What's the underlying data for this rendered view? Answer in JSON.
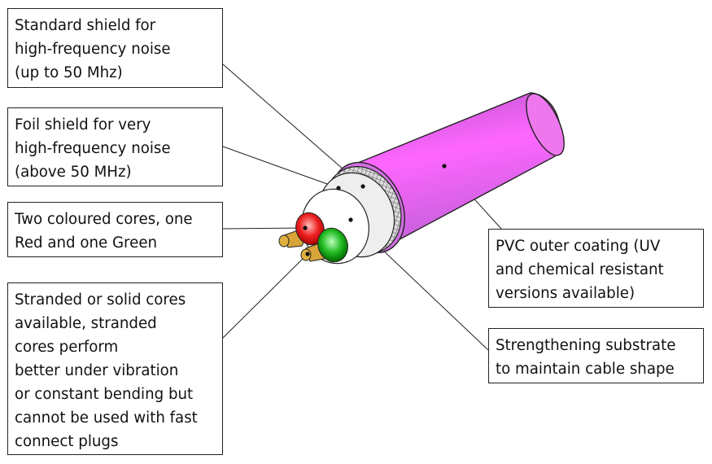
{
  "callouts": {
    "standard_shield": "Standard shield for\nhigh-frequency noise\n(up to 50 Mhz)",
    "foil_shield": "Foil shield for very\nhigh-frequency noise\n(above 50 MHz)",
    "coloured_cores": "Two coloured cores, one\nRed and one Green",
    "stranded_cores": "Stranded or solid cores\navailable, stranded\ncores perform\nbetter under vibration\nor constant bending but\ncannot be used with fast\nconnect plugs",
    "pvc_coating": "PVC outer coating (UV\nand chemical resistant\nversions available)",
    "substrate": "Strengthening substrate\nto maintain cable shape"
  },
  "colors": {
    "outer_coating": "#e680f0",
    "outer_coating_highlight": "#ff66ff",
    "braid": "#c8c8c8",
    "foil": "#eeeeee",
    "substrate": "#ffffff",
    "red_core": "#ee1111",
    "green_core": "#11aa11",
    "copper": "#d9a53a"
  }
}
